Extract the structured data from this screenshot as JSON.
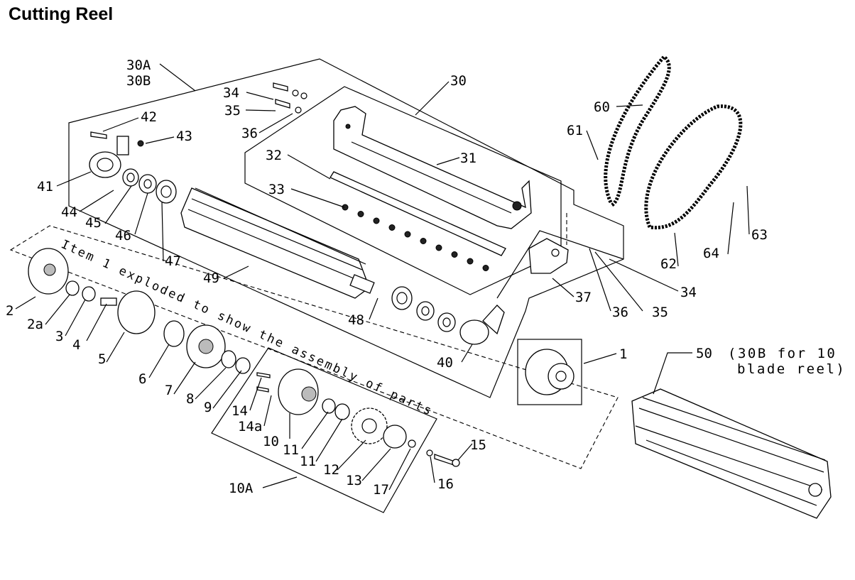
{
  "page_title": "Cutting Reel",
  "diagram_title": "",
  "note": "Item 1 exploded to show the assembly of parts",
  "callouts": {
    "c30A": "30A",
    "c30B": "30B",
    "c30": "30",
    "c31": "31",
    "c32": "32",
    "c33": "33",
    "c34a": "34",
    "c35a": "35",
    "c36a": "36",
    "c42": "42",
    "c43": "43",
    "c41": "41",
    "c44": "44",
    "c45": "45",
    "c46": "46",
    "c47": "47",
    "c49": "49",
    "c48": "48",
    "c40": "40",
    "c37": "37",
    "c34b": "34",
    "c36b": "36",
    "c35b": "35",
    "c60": "60",
    "c61": "61",
    "c62": "62",
    "c63": "63",
    "c64": "64",
    "c1": "1",
    "c50": "50",
    "c50note1": "(30B for 10",
    "c50note2": "blade reel)",
    "c2": "2",
    "c2a": "2a",
    "c3": "3",
    "c4": "4",
    "c5": "5",
    "c6": "6",
    "c7": "7",
    "c8": "8",
    "c9": "9",
    "c10": "10",
    "c10A": "10A",
    "c11a": "11",
    "c11b": "11",
    "c12": "12",
    "c13": "13",
    "c14": "14",
    "c14a": "14a",
    "c15": "15",
    "c16": "16",
    "c17": "17"
  }
}
